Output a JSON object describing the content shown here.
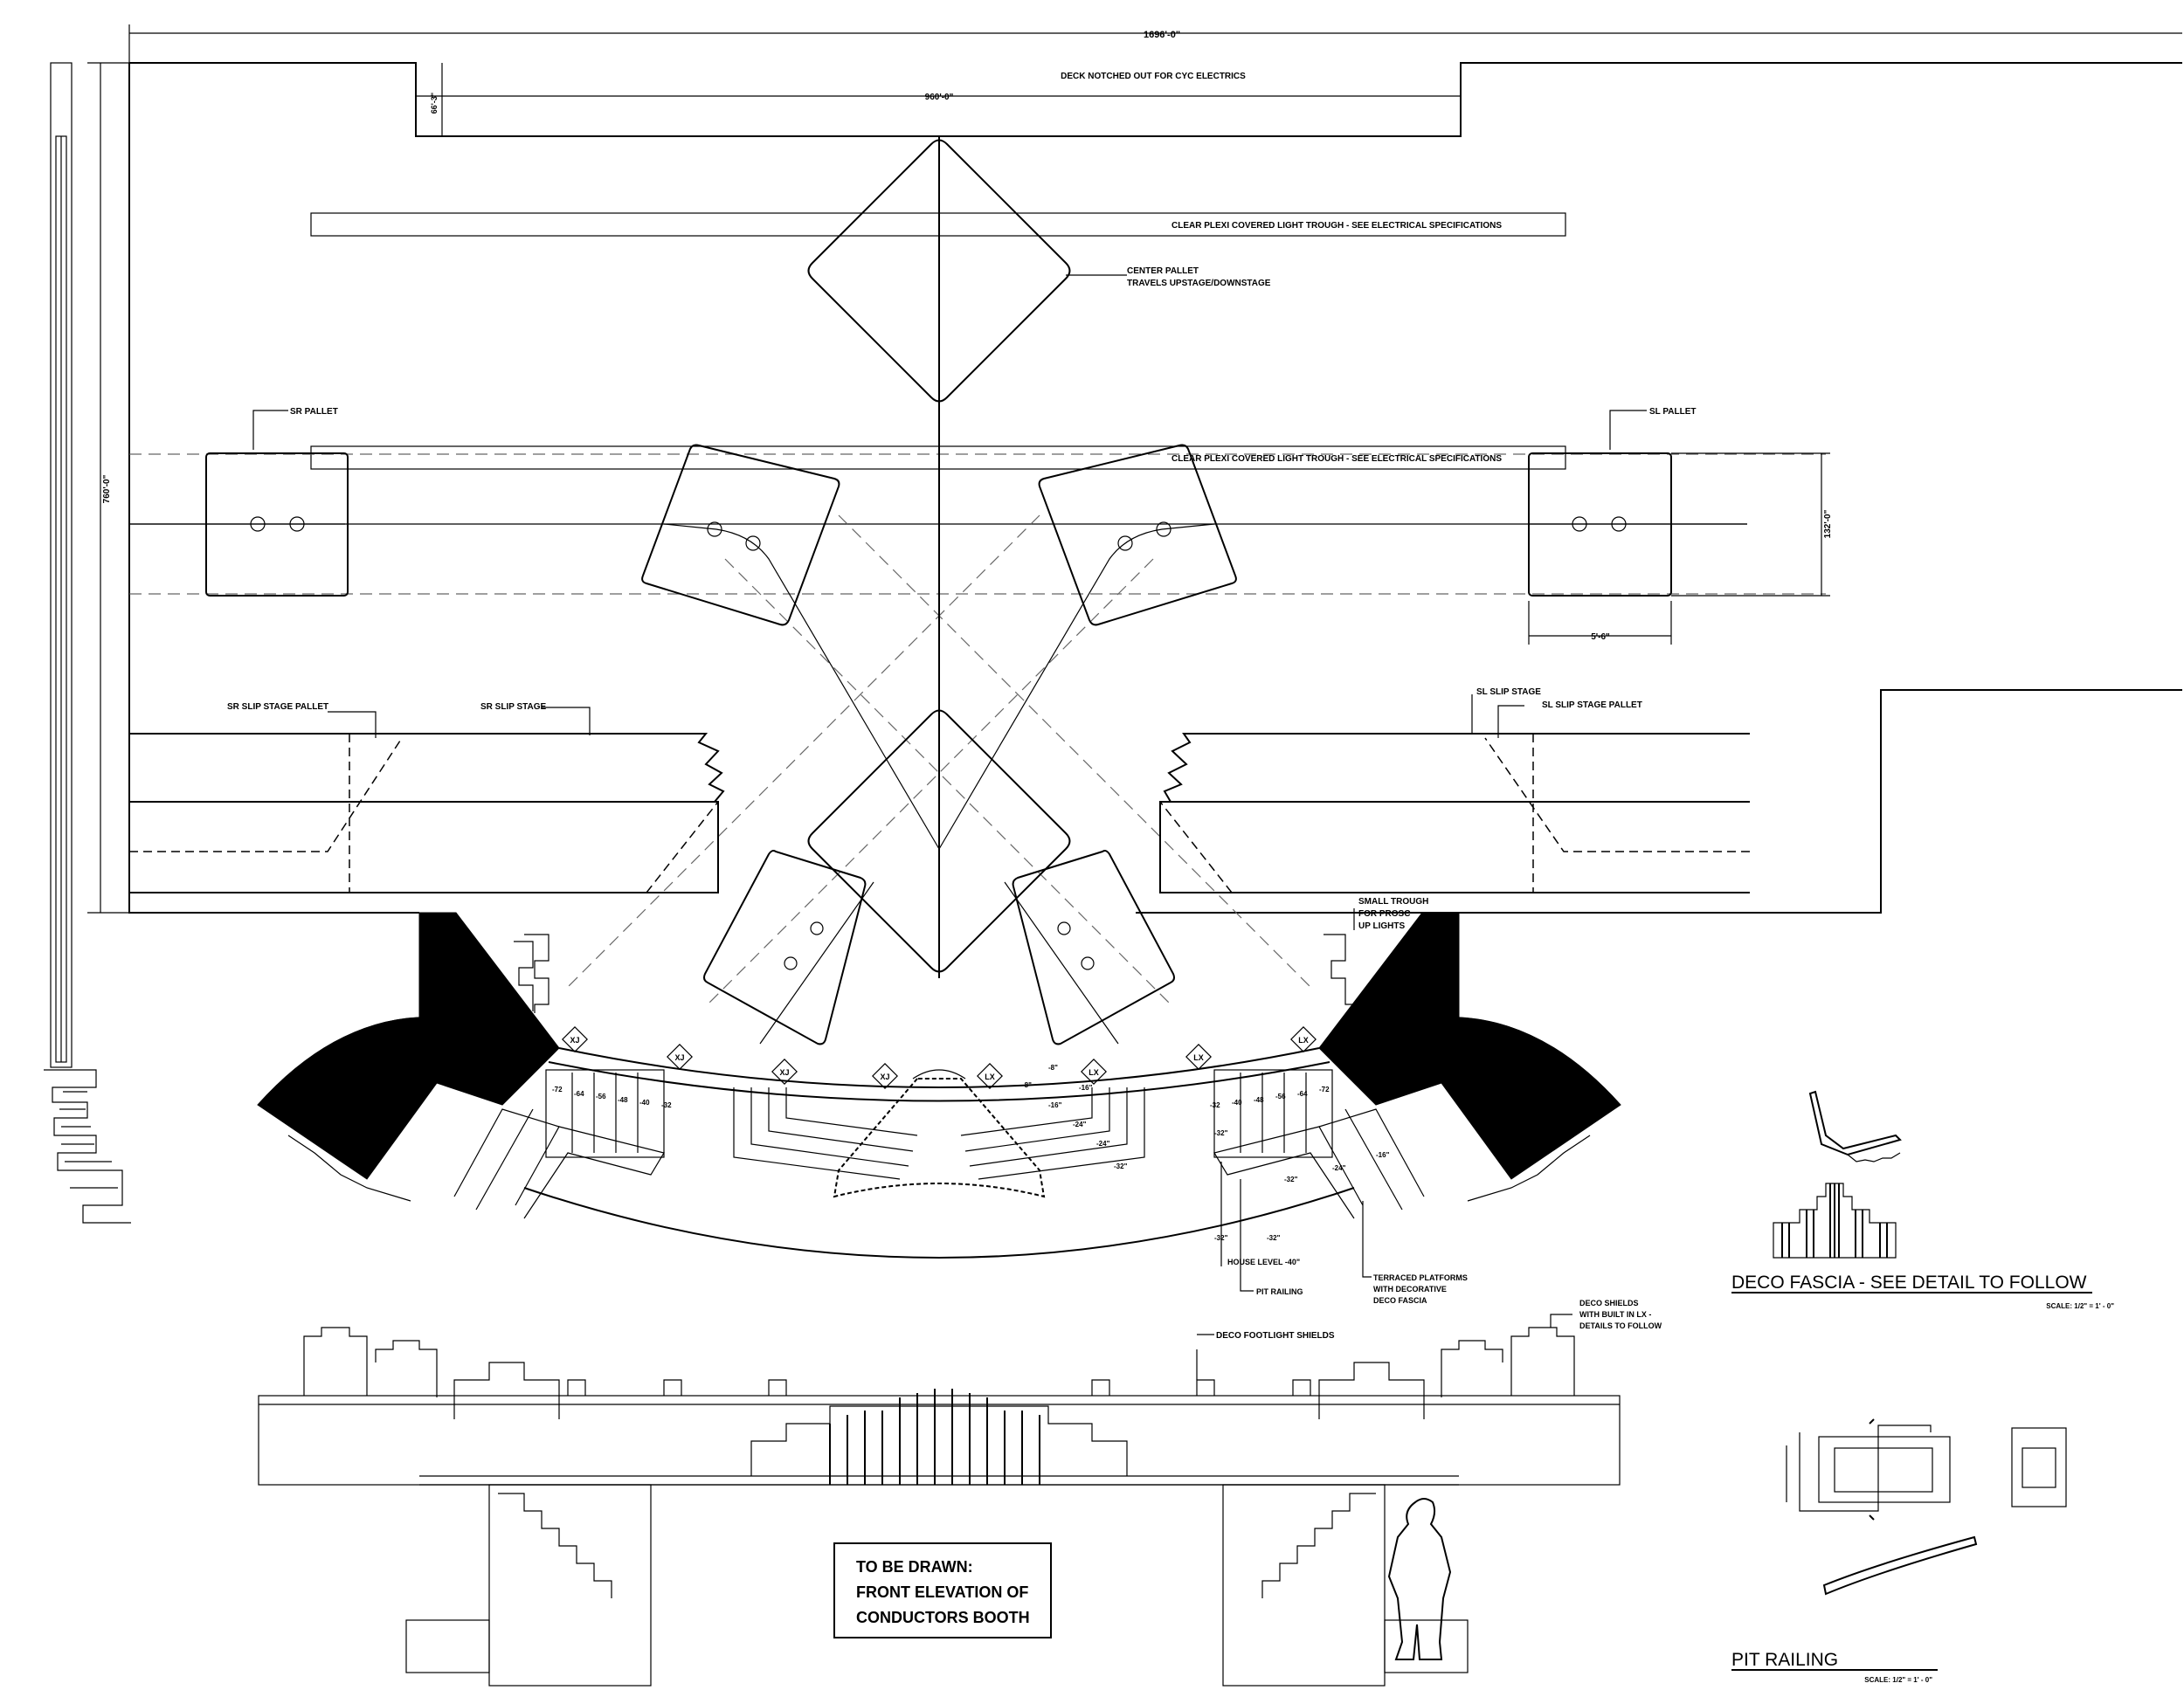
{
  "dimensions": {
    "overall_width": "1696'-0\"",
    "notch_width": "960'-0\"",
    "notch_depth": "66'-3\"",
    "overall_depth": "760'-0\"",
    "pallet_depth": "132'-0\"",
    "pallet_width": "5'-6\""
  },
  "labels": {
    "deck_notch": "DECK NOTCHED OUT FOR CYC ELECTRICS",
    "light_trough_upper": "CLEAR PLEXI COVERED LIGHT TROUGH - SEE ELECTRICAL SPECIFICATIONS",
    "light_trough_lower": "CLEAR PLEXI COVERED LIGHT TROUGH - SEE ELECTRICAL SPECIFICATIONS",
    "center_pallet_line1": "CENTER PALLET",
    "center_pallet_line2": "TRAVELS UPSTAGE/DOWNSTAGE",
    "sr_pallet": "SR PALLET",
    "sl_pallet": "SL PALLET",
    "sr_slip_stage_pallet": "SR SLIP STAGE PALLET",
    "sr_slip_stage": "SR SLIP STAGE",
    "sl_slip_stage": "SL SLIP STAGE",
    "sl_slip_stage_pallet": "SL SLIP STAGE PALLET",
    "small_trough_line1": "SMALL TROUGH",
    "small_trough_line2": "FOR PROSC",
    "small_trough_line3": "UP LIGHTS",
    "house_level": "HOUSE LEVEL -40\"",
    "pit_railing_callout": "PIT RAILING",
    "terraced_line1": "TERRACED PLATFORMS",
    "terraced_line2": "WITH DECORATIVE",
    "terraced_line3": "DECO FASCIA",
    "deco_footlight": "DECO FOOTLIGHT SHIELDS",
    "deco_shields_line1": "DECO SHIELDS",
    "deco_shields_line2": "WITH BUILT IN LX -",
    "deco_shields_line3": "DETAILS TO FOLLOW",
    "booth_line1": "TO BE DRAWN:",
    "booth_line2": "FRONT ELEVATION OF",
    "booth_line3": "CONDUCTORS BOOTH",
    "deco_fascia_title": "DECO FASCIA - SEE DETAIL TO FOLLOW",
    "deco_fascia_scale": "SCALE: 1/2\" = 1' - 0\"",
    "pit_railing_title": "PIT RAILING",
    "pit_railing_scale": "SCALE: 1/2\" = 1' - 0\""
  },
  "footlight_tags": [
    "XJ",
    "XJ",
    "XJ",
    "XJ",
    "LX",
    "LX",
    "LX",
    "LX"
  ],
  "elevations_left": [
    "-72",
    "-64",
    "-56",
    "-48",
    "-40",
    "-32"
  ],
  "elevations_right": [
    "-32",
    "-40",
    "-48",
    "-56",
    "-64",
    "-72"
  ],
  "pit_levels": [
    "-8\"",
    "-16\"",
    "-24\"",
    "-32\"",
    "-8\"",
    "-16\"",
    "-24\"",
    "-32\"",
    "-32\"",
    "-16\"",
    "-32\"",
    "-24\"",
    "-32\""
  ]
}
